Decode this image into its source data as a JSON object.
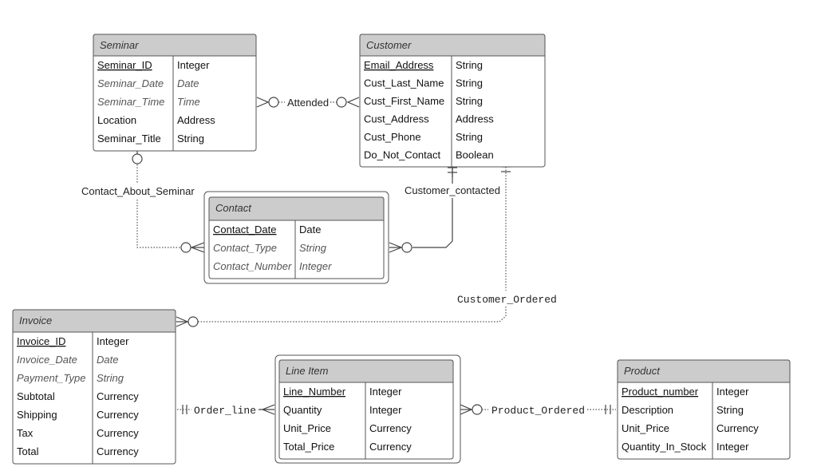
{
  "entities": {
    "seminar": {
      "title": "Seminar",
      "rows": [
        {
          "name": "Seminar_ID",
          "type": "Integer",
          "key": true,
          "italic": false
        },
        {
          "name": "Seminar_Date",
          "type": "Date",
          "key": false,
          "italic": true
        },
        {
          "name": "Seminar_Time",
          "type": "Time",
          "key": false,
          "italic": true
        },
        {
          "name": "Location",
          "type": "Address",
          "key": false,
          "italic": false
        },
        {
          "name": "Seminar_Title",
          "type": "String",
          "key": false,
          "italic": false
        }
      ]
    },
    "customer": {
      "title": "Customer",
      "rows": [
        {
          "name": "Email_Address",
          "type": "String",
          "key": true,
          "italic": false
        },
        {
          "name": "Cust_Last_Name",
          "type": "String",
          "key": false,
          "italic": false
        },
        {
          "name": "Cust_First_Name",
          "type": "String",
          "key": false,
          "italic": false
        },
        {
          "name": "Cust_Address",
          "type": "Address",
          "key": false,
          "italic": false
        },
        {
          "name": "Cust_Phone",
          "type": "String",
          "key": false,
          "italic": false
        },
        {
          "name": "Do_Not_Contact",
          "type": "Boolean",
          "key": false,
          "italic": false
        }
      ]
    },
    "contact": {
      "title": "Contact",
      "rows": [
        {
          "name": "Contact_Date",
          "type": "Date",
          "key": true,
          "italic": false
        },
        {
          "name": "Contact_Type",
          "type": "String",
          "key": false,
          "italic": true
        },
        {
          "name": "Contact_Number",
          "type": "Integer",
          "key": false,
          "italic": true
        }
      ]
    },
    "invoice": {
      "title": "Invoice",
      "rows": [
        {
          "name": "Invoice_ID",
          "type": "Integer",
          "key": true,
          "italic": false
        },
        {
          "name": "Invoice_Date",
          "type": "Date",
          "key": false,
          "italic": true
        },
        {
          "name": "Payment_Type",
          "type": "String",
          "key": false,
          "italic": true
        },
        {
          "name": "Subtotal",
          "type": "Currency",
          "key": false,
          "italic": false
        },
        {
          "name": "Shipping",
          "type": "Currency",
          "key": false,
          "italic": false
        },
        {
          "name": "Tax",
          "type": "Currency",
          "key": false,
          "italic": false
        },
        {
          "name": "Total",
          "type": "Currency",
          "key": false,
          "italic": false
        }
      ]
    },
    "line_item": {
      "title": "Line Item",
      "rows": [
        {
          "name": "Line_Number",
          "type": "Integer",
          "key": true,
          "italic": false
        },
        {
          "name": "Quantity",
          "type": "Integer",
          "key": false,
          "italic": false
        },
        {
          "name": "Unit_Price",
          "type": "Currency",
          "key": false,
          "italic": false
        },
        {
          "name": "Total_Price",
          "type": "Currency",
          "key": false,
          "italic": false
        }
      ]
    },
    "product": {
      "title": "Product",
      "rows": [
        {
          "name": "Product_number",
          "type": "Integer",
          "key": true,
          "italic": false
        },
        {
          "name": "Description",
          "type": "String",
          "key": false,
          "italic": false
        },
        {
          "name": "Unit_Price",
          "type": "Currency",
          "key": false,
          "italic": false
        },
        {
          "name": "Quantity_In_Stock",
          "type": "Integer",
          "key": false,
          "italic": false
        }
      ]
    }
  },
  "relationships": {
    "attended": "Attended",
    "contact_about_seminar": "Contact_About_Seminar",
    "customer_contacted": "Customer_contacted",
    "customer_ordered": "Customer_Ordered",
    "order_line": "Order_line",
    "product_ordered": "Product_Ordered"
  },
  "colors": {
    "header_fill": "#cccccc",
    "border": "#555555",
    "line": "#444444"
  }
}
